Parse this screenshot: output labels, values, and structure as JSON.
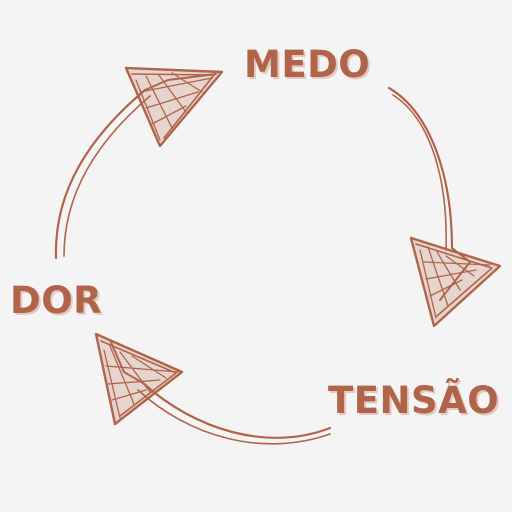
{
  "diagram": {
    "type": "cycle",
    "accent_color": "#b0654a",
    "shadow_color": "#e3c9c0",
    "background_color": "#f5f4f4",
    "nodes": [
      {
        "id": "medo",
        "label": "MEDO"
      },
      {
        "id": "tensao",
        "label": "TENSÃO"
      },
      {
        "id": "dor",
        "label": "DOR"
      }
    ],
    "edges": [
      {
        "from": "medo",
        "to": "tensao",
        "style": "hand-drawn-arrow"
      },
      {
        "from": "tensao",
        "to": "dor",
        "style": "hand-drawn-arrow"
      },
      {
        "from": "dor",
        "to": "medo",
        "style": "hand-drawn-arrow"
      }
    ]
  }
}
